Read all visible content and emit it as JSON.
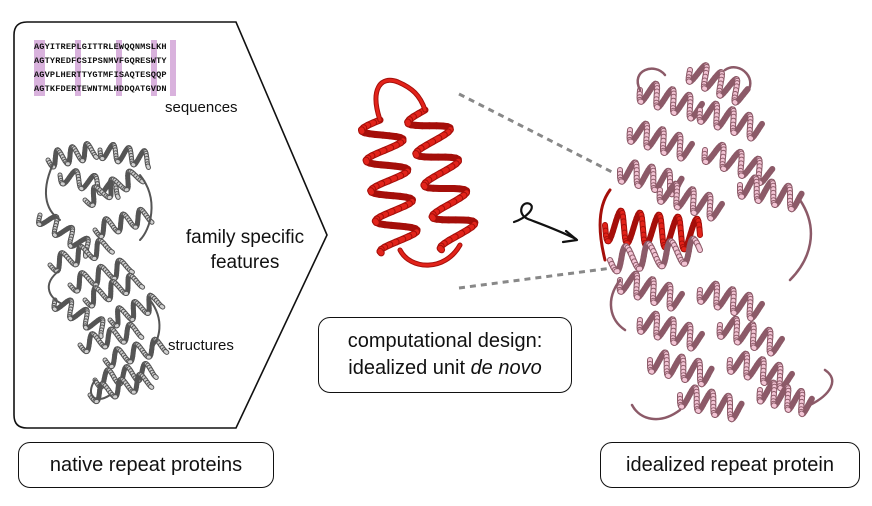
{
  "sequences": [
    "AGYITREPLGITTRLEWQQNMSLKH",
    "AGTYREDFCSIPSNMVFGQRESWTY",
    "AGVPLHERTTYGTMFISAQTESQQP",
    "AGTKFDERTEWNTMLHDDQATGVDN"
  ],
  "labels": {
    "sequences": "sequences",
    "structures": "structures",
    "family_line1": "family specific",
    "family_line2": "features",
    "native": "native repeat proteins",
    "design_line1": "computational design:",
    "design_line2_plain": "idealized unit ",
    "design_line2_italic": "de novo",
    "ideal": "idealized repeat protein"
  },
  "colors": {
    "highlight": "#d9b2dd",
    "design_unit": "#e2231a",
    "design_unit_dark": "#a50f0a",
    "ideal_protein": "#f2c4d4",
    "ideal_protein_dark": "#8c5a68",
    "native_protein": "#d0d0d0",
    "native_protein_dark": "#555555",
    "dashed": "#888888"
  }
}
